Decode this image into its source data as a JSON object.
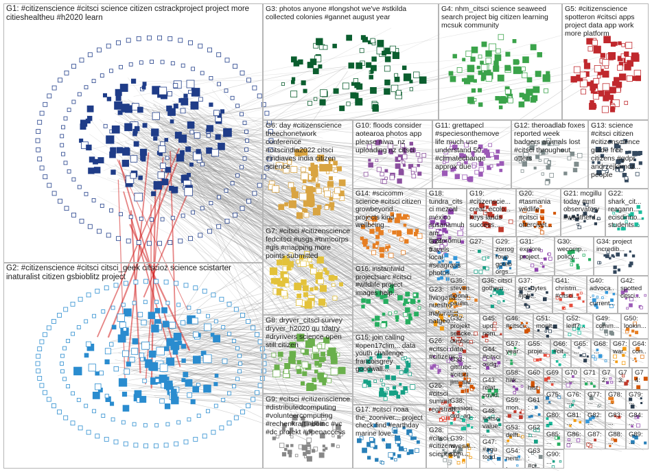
{
  "groups": [
    {
      "id": "G1",
      "label": "G1: #citizenscience #citsci science citizen cstrackproject project more citieshealtheu #h2020 learn",
      "color": "#1f3c88"
    },
    {
      "id": "G2",
      "label": "G2: #citizenscience #citsci citsci_geek citscioz science scistarter inaturalist citizen gsbioblitz project",
      "color": "#2a8ccf"
    },
    {
      "id": "G3",
      "label": "G3: photos anyone #longshot we've #stkilda collected colonies #gannet august year",
      "color": "#0b5e2f"
    },
    {
      "id": "G4",
      "label": "G4: nhm_citsci science seaweed search project big citizen learning mcsuk community",
      "color": "#3aa34a"
    },
    {
      "id": "G5",
      "label": "G5: #citizenscience spotteron #citsci apps project data app work more platform",
      "color": "#c0282d"
    },
    {
      "id": "G6",
      "label": "G6: day #citizenscience theechonetwork conference #citscindia2022 citsci #indiaves india citizen science",
      "color": "#d9a441"
    },
    {
      "id": "G7",
      "label": "G7: #citsci #citizenscience fedcitsci #usgs #tnmcorps #gis #mapping more points submitted",
      "color": "#e3c23a"
    },
    {
      "id": "G8",
      "label": "G8: dryver_citsci survey dryver_h2020 qu tdatry #dryrivers science open still citizen",
      "color": "#6ab04c"
    },
    {
      "id": "G9",
      "label": "G9: #citsci #citizenscience #distributedcomputing #volunteercomputing #rechenkraft #boinc #vc #dc projekt #openaccess",
      "color": "#888888"
    },
    {
      "id": "G10",
      "label": "G10: floods consider aotearoa photos app please niwa_nz uploading nz citsci",
      "color": "#8b4f9e"
    },
    {
      "id": "G11",
      "label": "G11: grettapecl #speciesonthemove life much use understand 50 #climatechange approx due",
      "color": "#9b59b6"
    },
    {
      "id": "G12",
      "label": "G12: theroadlab foxes reported week badgers animals lost #citsci throughout otters",
      "color": "#7f8c8d"
    },
    {
      "id": "G13",
      "label": "G13: science #citsci citizen #citizenscience guide free citizens #gdpr andrzejklimcz... people",
      "color": "#34495e"
    },
    {
      "id": "G14",
      "label": "G14: #scicomm science #citsci citizen growbeyond... projects kind wellbeing...",
      "color": "#e67e22"
    },
    {
      "id": "G15",
      "label": "G15: join calling #open17clim... data youth challenge francoisgrey goodwall...",
      "color": "#16a085"
    },
    {
      "id": "G16",
      "label": "G16: instantwild projectsiarc #citsci #wildlife project images help...",
      "color": "#27ae60"
    },
    {
      "id": "G17",
      "label": "G17: #citsci noaa the_zooniver... project check find #earthday marine love...",
      "color": "#2980b9"
    },
    {
      "id": "G18",
      "label": "G18: tundra_citsci mezcal méxico susanamuham... linatoromua...",
      "color": "#8e44ad"
    },
    {
      "id": "G19",
      "label": "G19: #citizenscie... creaf_ecolo... keys lands success...",
      "color": "#c0392b"
    },
    {
      "id": "G20",
      "label": "G20: #tasmania wildlife #citsci ottercivet...",
      "color": "#d35400"
    },
    {
      "id": "G21",
      "label": "G21: mcgillu today #mtl observatory #weatherd...",
      "color": "#2c3e50"
    },
    {
      "id": "G22",
      "label": "G22: shark_cit... reagann... ecisdinno... students...",
      "color": "#1abc9c"
    },
    {
      "id": "G23",
      "label": "G23: livingatla... nuestro inaturalist natgeo...",
      "color": "#f39c12"
    },
    {
      "id": "G24",
      "label": "G24: travels local #seagrass photos...",
      "color": "#3498db"
    },
    {
      "id": "G25",
      "label": "G25: #citsci summit registrati...",
      "color": "#e74c3c"
    },
    {
      "id": "G26",
      "label": "G26: #citsci data #citizens...",
      "color": "#9b59b6"
    },
    {
      "id": "G27",
      "label": "G27: ...",
      "color": "#16a085"
    },
    {
      "id": "G28",
      "label": "G28: #citsci #citizens... science...",
      "color": "#7f8c8d"
    },
    {
      "id": "G29",
      "label": "G29: zorrogroup goteborgs...",
      "color": "#2980b9"
    },
    {
      "id": "G30",
      "label": "G30: wecomp... policy...",
      "color": "#27ae60"
    },
    {
      "id": "G31",
      "label": "G31: explore project...",
      "color": "#8e44ad"
    },
    {
      "id": "G32",
      "label": "G32: projekt sencke... deutsc...",
      "color": "#c0392b"
    },
    {
      "id": "G33",
      "label": "G33: githubc... #citsci jim_sal...",
      "color": "#d35400"
    },
    {
      "id": "G34",
      "label": "G34: project incredib...",
      "color": "#34495e"
    },
    {
      "id": "G35",
      "label": "G35: steven... noona... paulin...",
      "color": "#e67e22"
    },
    {
      "id": "G36",
      "label": "G36: citsci gotham...",
      "color": "#16a085"
    },
    {
      "id": "G37",
      "label": "G37: arc_bytes #job...",
      "color": "#2c3e50"
    },
    {
      "id": "G38",
      "label": "G38: session drd_ag...",
      "color": "#1abc9c"
    },
    {
      "id": "G39",
      "label": "G39: wyesal... ppm...",
      "color": "#f39c12"
    },
    {
      "id": "G40",
      "label": "G40: advoca... current...",
      "color": "#3498db"
    },
    {
      "id": "G41",
      "label": "G41: christm... #citsci...",
      "color": "#e74c3c"
    },
    {
      "id": "G42",
      "label": "G42: spotted citsci...",
      "color": "#9b59b6"
    },
    {
      "id": "G43",
      "label": "G43: relat... covid...",
      "color": "#27ae60"
    },
    {
      "id": "G44",
      "label": "G44: #citsci osdg...",
      "color": "#8e44ad"
    },
    {
      "id": "G45",
      "label": "G45: upd... nom...",
      "color": "#c0392b"
    },
    {
      "id": "G46",
      "label": "G46: #citsci...",
      "color": "#d35400"
    },
    {
      "id": "G47",
      "label": "G47: #agu todd...",
      "color": "#2980b9"
    },
    {
      "id": "G48",
      "label": "G48: #citsci value...",
      "color": "#16a085"
    },
    {
      "id": "G49",
      "label": "G49: comm...",
      "color": "#7f8c8d"
    },
    {
      "id": "G50",
      "label": "G50: lookin...",
      "color": "#e67e22"
    },
    {
      "id": "G51",
      "label": "G51: monit...",
      "color": "#2c3e50"
    },
    {
      "id": "G52",
      "label": "G52: leiff7...",
      "color": "#1abc9c"
    },
    {
      "id": "G53",
      "label": "G53: delft...",
      "color": "#f39c12"
    },
    {
      "id": "G54",
      "label": "G54: neni...",
      "color": "#3498db"
    },
    {
      "id": "G55",
      "label": "G55: proje...",
      "color": "#e74c3c"
    },
    {
      "id": "G56",
      "label": "G56: desc...",
      "color": "#9b59b6"
    },
    {
      "id": "G57",
      "label": "G57: year...",
      "color": "#27ae60"
    },
    {
      "id": "G58",
      "label": "G58: hak...",
      "color": "#8e44ad"
    },
    {
      "id": "G59",
      "label": "G59: mon...",
      "color": "#c0392b"
    },
    {
      "id": "G60",
      "label": "G60: hist...",
      "color": "#d35400"
    },
    {
      "id": "G61",
      "label": "G61: ...",
      "color": "#2980b9"
    },
    {
      "id": "G62",
      "label": "G62: ...",
      "color": "#16a085"
    },
    {
      "id": "G63",
      "label": "G63: #ci...",
      "color": "#7f8c8d"
    },
    {
      "id": "G64",
      "label": "G64: con...",
      "color": "#e67e22"
    },
    {
      "id": "G65",
      "label": "G65: ...",
      "color": "#2c3e50"
    },
    {
      "id": "G66",
      "label": "G66: #cit...",
      "color": "#1abc9c"
    },
    {
      "id": "G67",
      "label": "G67: war...",
      "color": "#f39c12"
    },
    {
      "id": "G68",
      "label": "G68: ...",
      "color": "#3498db"
    },
    {
      "id": "G69",
      "label": "G69: ...",
      "color": "#e74c3c"
    },
    {
      "id": "G70",
      "label": "G70: ...",
      "color": "#9b59b6"
    },
    {
      "id": "G71",
      "label": "G71: ...",
      "color": "#27ae60"
    },
    {
      "id": "G72",
      "label": "G72: ...",
      "color": "#8e44ad"
    },
    {
      "id": "G73",
      "label": "G73: ...",
      "color": "#c0392b"
    },
    {
      "id": "G74",
      "label": "G74: ...",
      "color": "#d35400"
    },
    {
      "id": "G75",
      "label": "G75: ...",
      "color": "#2980b9"
    },
    {
      "id": "G76",
      "label": "G76: ...",
      "color": "#16a085"
    },
    {
      "id": "G77",
      "label": "G77: ...",
      "color": "#7f8c8d"
    },
    {
      "id": "G78",
      "label": "G78: ...",
      "color": "#e67e22"
    },
    {
      "id": "G79",
      "label": "G79: ...",
      "color": "#2c3e50"
    },
    {
      "id": "G80",
      "label": "G80: ...",
      "color": "#1abc9c"
    },
    {
      "id": "G81",
      "label": "G81: ...",
      "color": "#f39c12"
    },
    {
      "id": "G82",
      "label": "G82: ...",
      "color": "#3498db"
    },
    {
      "id": "G83",
      "label": "G83: ...",
      "color": "#e74c3c"
    },
    {
      "id": "G84",
      "label": "G84: ...",
      "color": "#9b59b6"
    },
    {
      "id": "G85",
      "label": "G85: ...",
      "color": "#27ae60"
    },
    {
      "id": "G86",
      "label": "G86: ...",
      "color": "#8e44ad"
    },
    {
      "id": "G87",
      "label": "G87: ...",
      "color": "#c0392b"
    },
    {
      "id": "G88",
      "label": "G88: ...",
      "color": "#d35400"
    },
    {
      "id": "G89",
      "label": "G89: ...",
      "color": "#2980b9"
    },
    {
      "id": "G90",
      "label": "G90: ...",
      "color": "#16a085"
    }
  ],
  "edge_color": "#8a8a8a",
  "highlight_edge_color": "#d21f1f"
}
